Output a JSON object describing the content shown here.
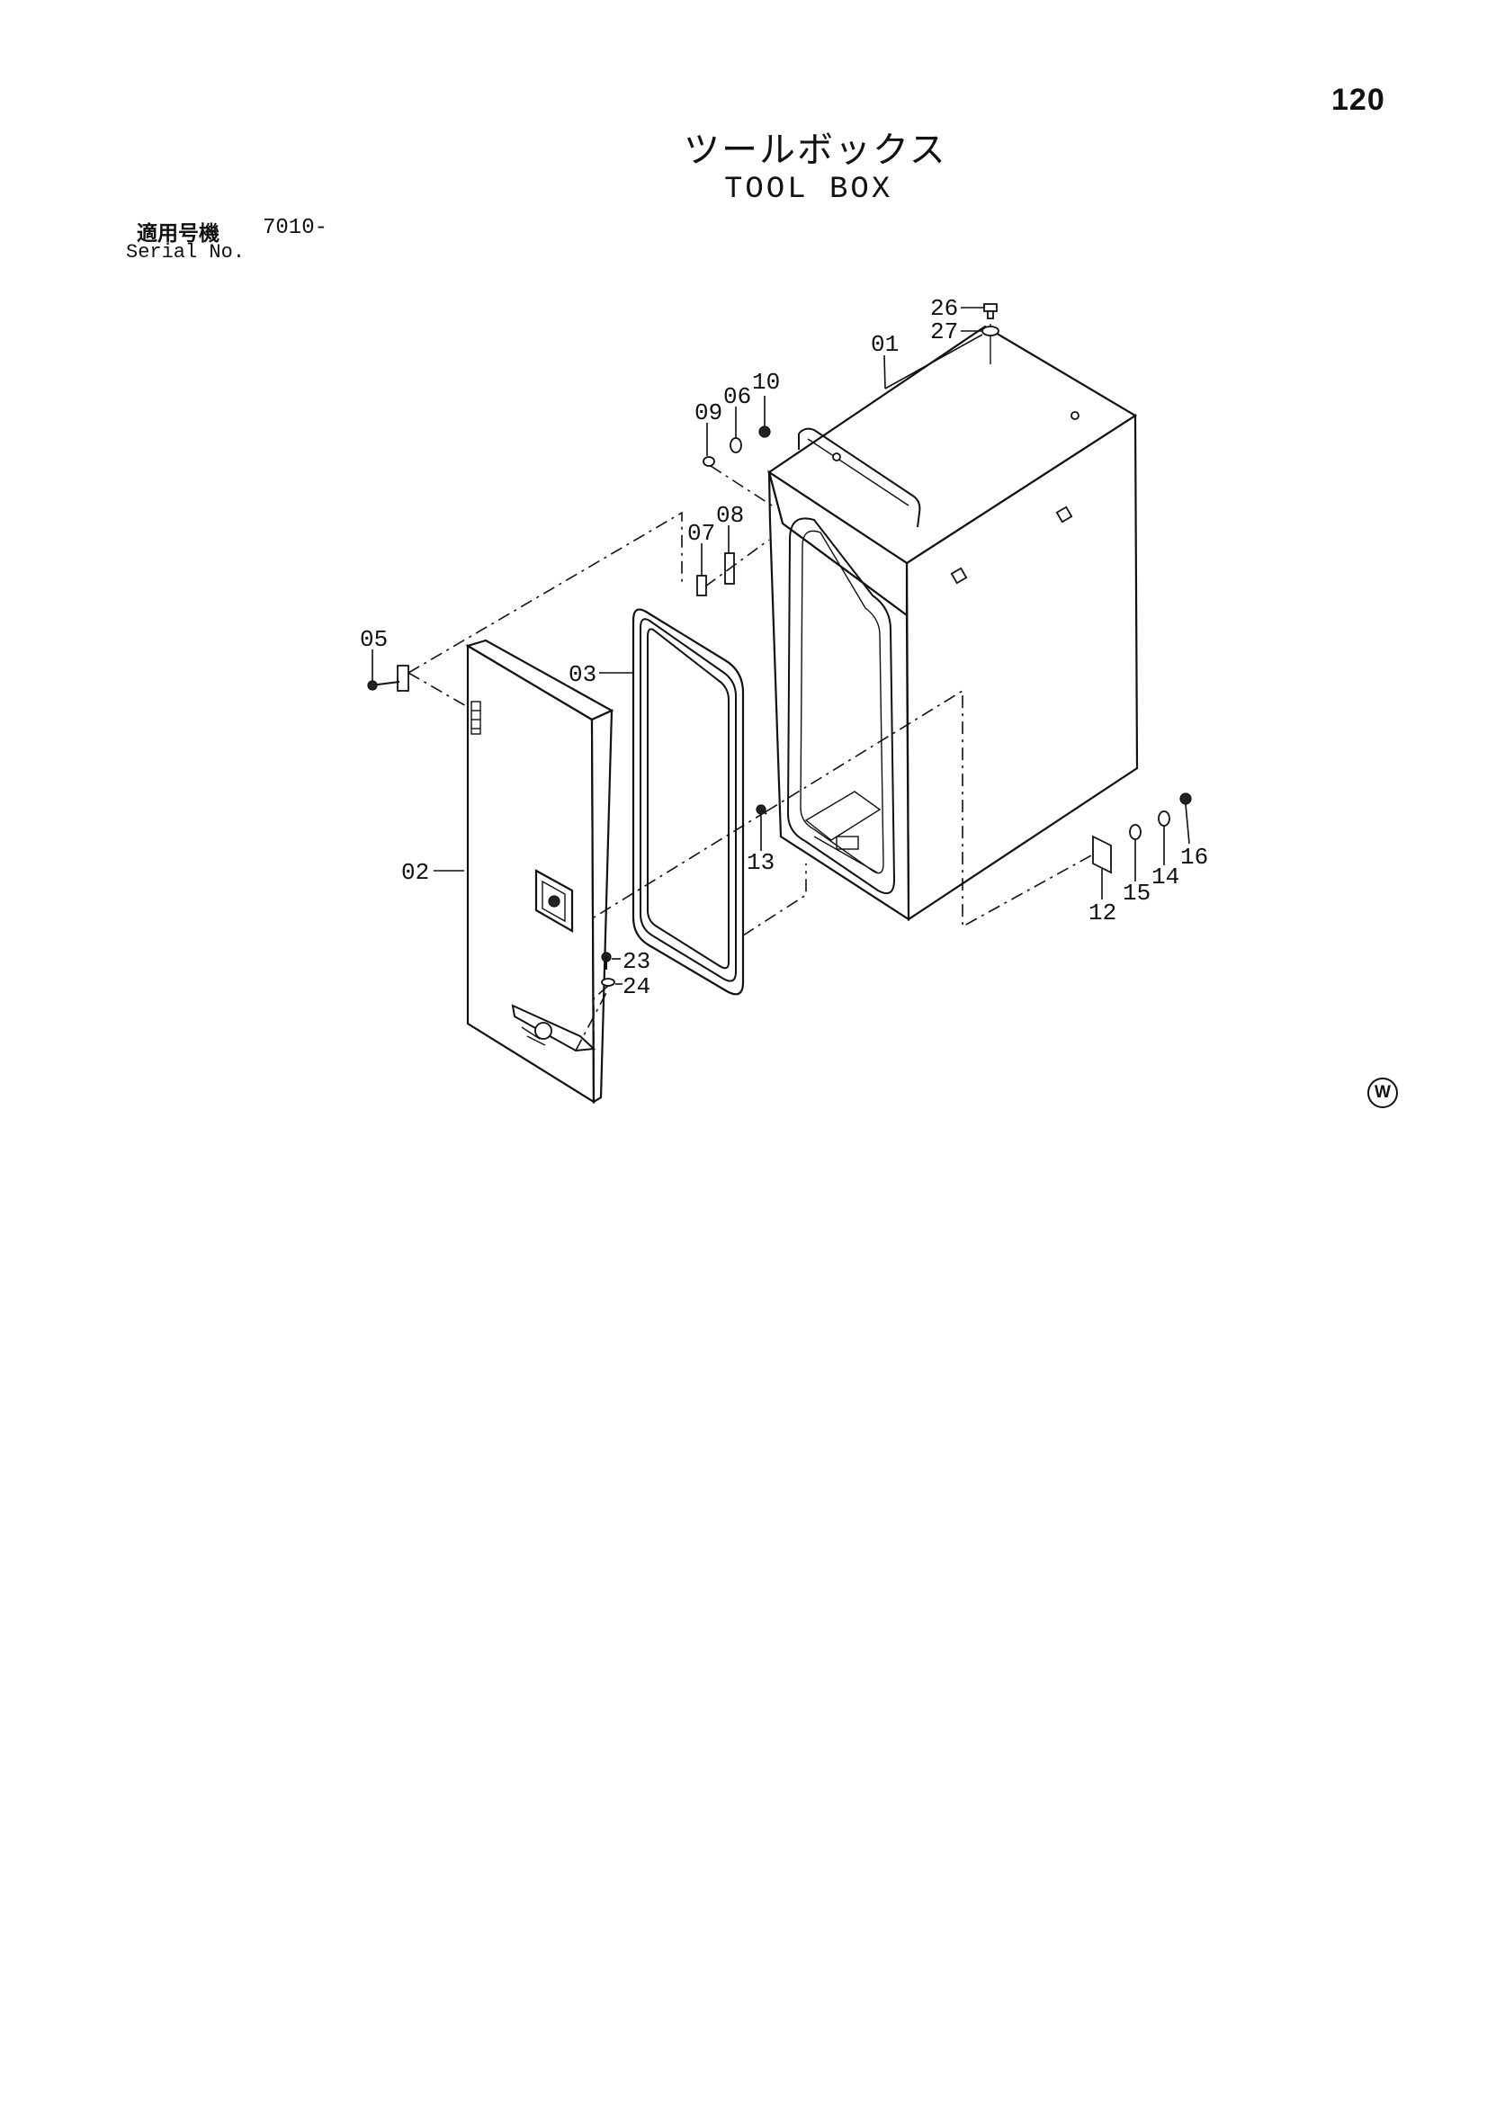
{
  "page_number": "120",
  "title_jp": "ツールボックス",
  "title_en": "TOOL BOX",
  "serial": {
    "label_jp": "適用号機",
    "value": "7010-",
    "label_en": "Serial No."
  },
  "mark": "W",
  "callouts": {
    "c01": "01",
    "c02": "02",
    "c03": "03",
    "c05": "05",
    "c06": "06",
    "c07": "07",
    "c08": "08",
    "c09": "09",
    "c10": "10",
    "c12": "12",
    "c13": "13",
    "c14": "14",
    "c15": "15",
    "c16": "16",
    "c23": "23",
    "c24": "24",
    "c26": "26",
    "c27": "27"
  }
}
